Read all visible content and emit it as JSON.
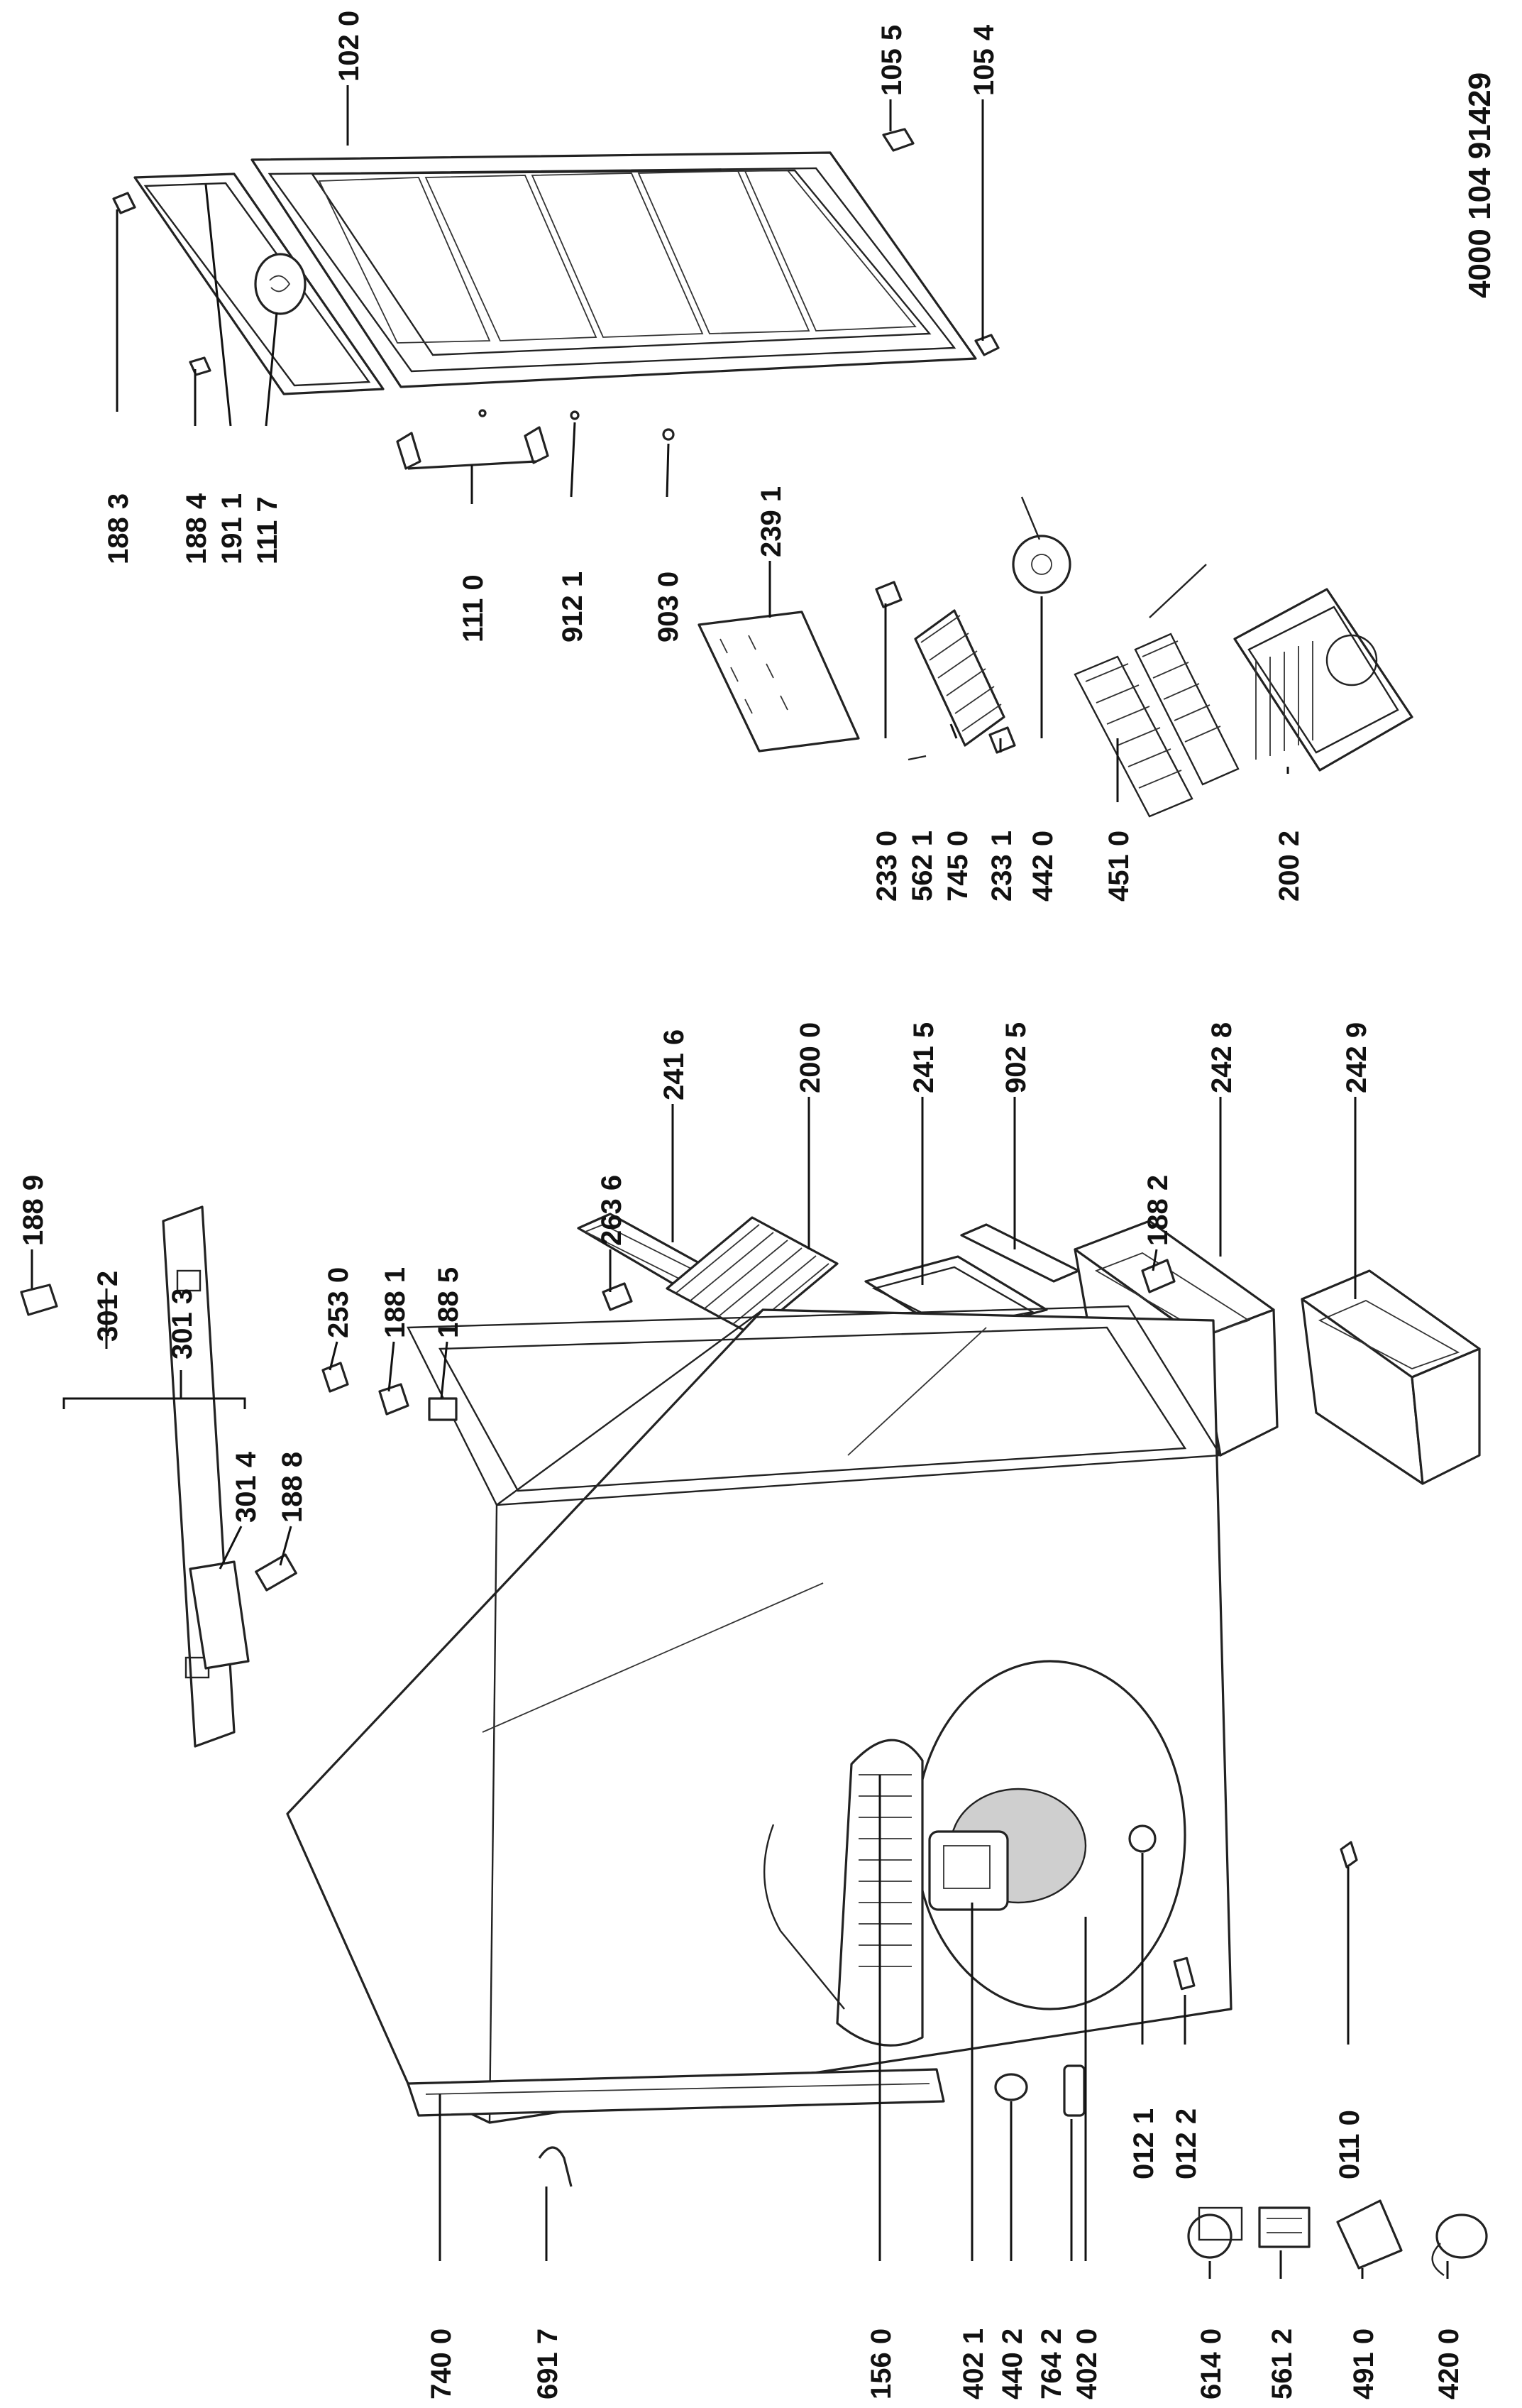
{
  "document": {
    "reference_number": "4000 104 91429"
  },
  "labels": {
    "l1020": "102 0",
    "l1055": "105 5",
    "l1054": "105 4",
    "l1883": "188 3",
    "l1884": "188 4",
    "l1911": "191 1",
    "l1117": "111 7",
    "l1110": "111 0",
    "l9121": "912 1",
    "l9030": "903 0",
    "l2391": "239 1",
    "l2330": "233 0",
    "l5621": "562 1",
    "l7450": "745 0",
    "l2331": "233 1",
    "l4420": "442 0",
    "l4510": "451 0",
    "l2002": "200 2",
    "l2416": "241 6",
    "l2000": "200 0",
    "l2415": "241 5",
    "l9025": "902 5",
    "l2428": "242 8",
    "l2429": "242 9",
    "l3013": "301 3",
    "l1889": "188 9",
    "l3012": "301 2",
    "l3014": "301 4",
    "l1888": "188 8",
    "l2530": "253 0",
    "l1881": "188 1",
    "l1885": "188 5",
    "l2636": "263 6",
    "l1882": "188 2",
    "l0110": "011 0",
    "l0121": "012 1",
    "l0122": "012 2",
    "l4021": "402 1",
    "l4402": "440 2",
    "l7642": "764 2",
    "l4020": "402 0",
    "l1560": "156 0",
    "l7400": "740 0",
    "l6917": "691 7",
    "l6140": "614 0",
    "l5612": "561 2",
    "l4910": "491 0",
    "l4200": "420 0"
  }
}
